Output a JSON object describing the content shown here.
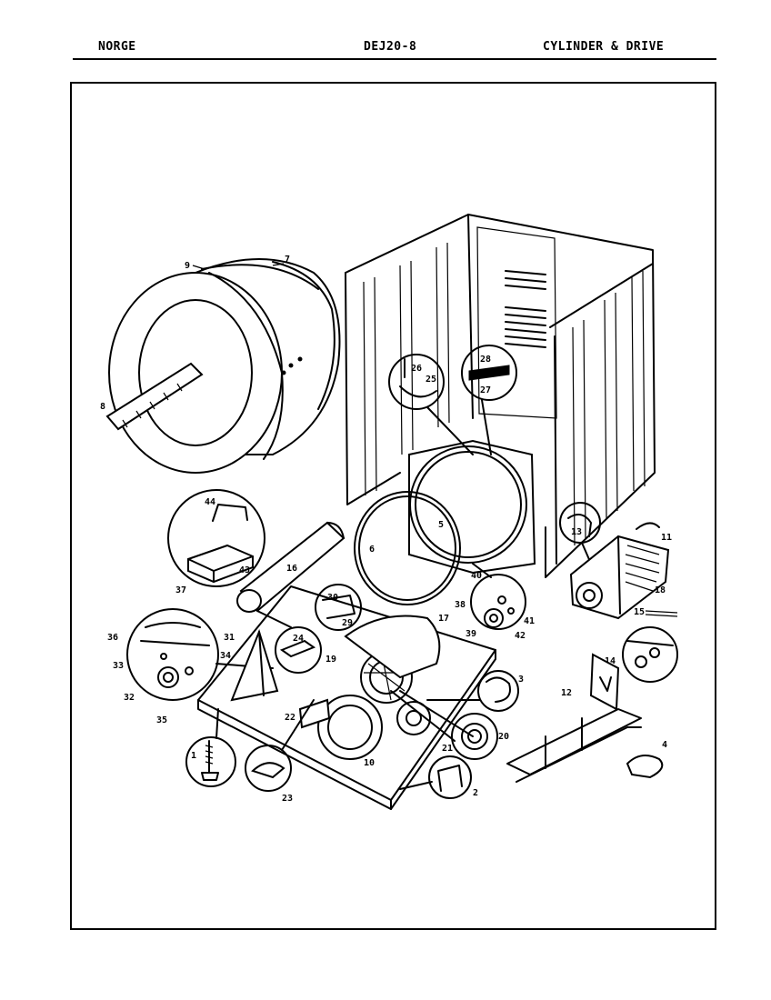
{
  "header": {
    "left": "NORGE",
    "center": "DEJ20-8",
    "right": "CYLINDER & DRIVE"
  },
  "callouts": {
    "c1": "1",
    "c2": "2",
    "c3": "3",
    "c4": "4",
    "c5": "5",
    "c6": "6",
    "c7": "7",
    "c8": "8",
    "c9": "9",
    "c10": "10",
    "c11": "11",
    "c12": "12",
    "c13": "13",
    "c14": "14",
    "c15": "15",
    "c16": "16",
    "c17": "17",
    "c18": "18",
    "c19": "19",
    "c20": "20",
    "c21": "21",
    "c22": "22",
    "c23": "23",
    "c24": "24",
    "c25": "25",
    "c26": "26",
    "c27": "27",
    "c28": "28",
    "c29": "29",
    "c30": "30",
    "c31": "31",
    "c32": "32",
    "c33": "33",
    "c34": "34",
    "c35": "35",
    "c36": "36",
    "c37": "37",
    "c38": "38",
    "c39": "39",
    "c40": "40",
    "c41": "41",
    "c42": "42",
    "c43": "43",
    "c44": "44"
  }
}
